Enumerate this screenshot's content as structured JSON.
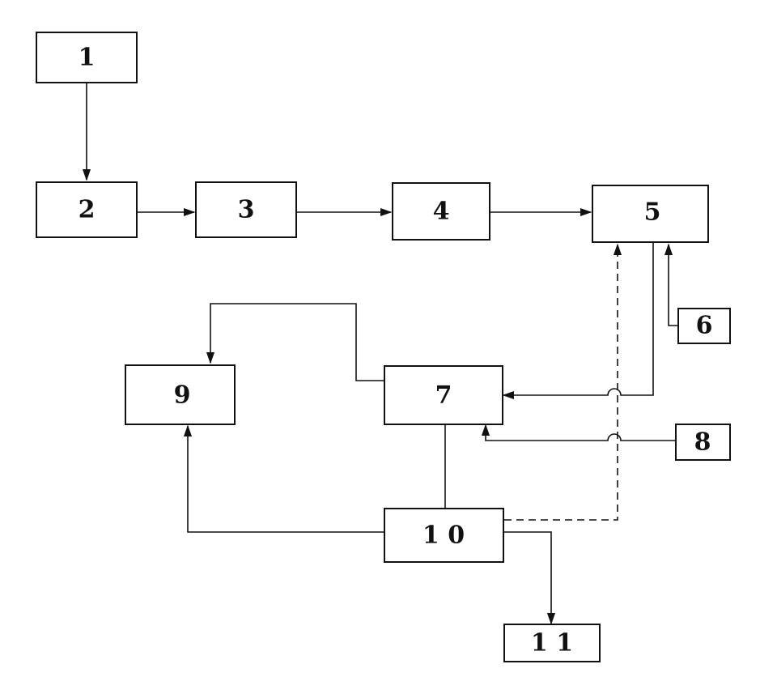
{
  "nodes": [
    {
      "id": "n1",
      "label": "1"
    },
    {
      "id": "n2",
      "label": "2"
    },
    {
      "id": "n3",
      "label": "3"
    },
    {
      "id": "n4",
      "label": "4"
    },
    {
      "id": "n5",
      "label": "5"
    },
    {
      "id": "n6",
      "label": "6"
    },
    {
      "id": "n7",
      "label": "7"
    },
    {
      "id": "n8",
      "label": "8"
    },
    {
      "id": "n9",
      "label": "9"
    },
    {
      "id": "n10",
      "label": "1 0"
    },
    {
      "id": "n11",
      "label": "1 1"
    }
  ],
  "edges": [
    {
      "from": "n1",
      "to": "n2",
      "style": "solid"
    },
    {
      "from": "n2",
      "to": "n3",
      "style": "solid"
    },
    {
      "from": "n3",
      "to": "n4",
      "style": "solid"
    },
    {
      "from": "n4",
      "to": "n5",
      "style": "solid"
    },
    {
      "from": "n6",
      "to": "n5",
      "style": "solid"
    },
    {
      "from": "n5",
      "to": "n7",
      "style": "solid"
    },
    {
      "from": "n8",
      "to": "n7",
      "style": "solid"
    },
    {
      "from": "n7",
      "to": "n9",
      "style": "solid"
    },
    {
      "from": "n7",
      "to": "n10",
      "style": "solid"
    },
    {
      "from": "n10",
      "to": "n9",
      "style": "solid"
    },
    {
      "from": "n10",
      "to": "n11",
      "style": "solid"
    },
    {
      "from": "n10",
      "to": "n5",
      "style": "dashed"
    }
  ]
}
